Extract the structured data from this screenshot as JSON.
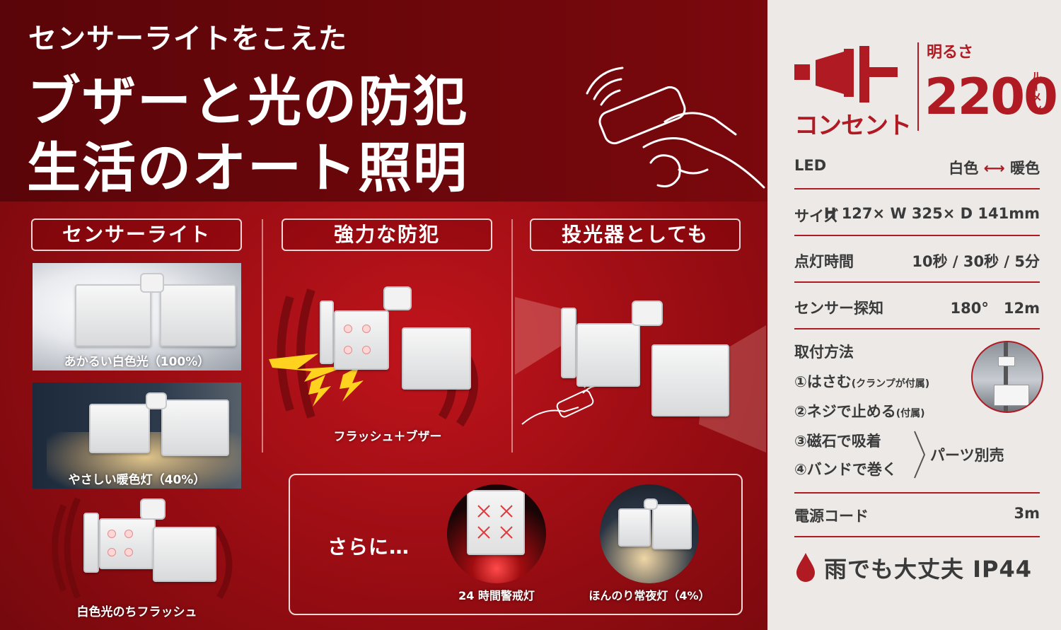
{
  "hero": {
    "subtitle": "センサーライトをこえた",
    "line1": "ブザーと光の防犯",
    "line2": "生活のオート照明"
  },
  "columns": {
    "sensor_light": "センサーライト",
    "security": "強力な防犯",
    "floodlight": "投光器としても"
  },
  "captions": {
    "bright_white": "あかるい白色光（100%）",
    "warm_light": "やさしい暖色灯（40%）",
    "white_then_flash": "白色光のちフラッシュ",
    "flash_buzzer": "フラッシュ＋ブザー",
    "alert_24h": "24 時間警戒灯",
    "night_light": "ほんのり常夜灯（4%）"
  },
  "more": {
    "label": "さらに…"
  },
  "specs": {
    "outlet_label": "コンセント",
    "brightness_title": "明るさ",
    "brightness_value": "2200",
    "brightness_unit": "ルーメン",
    "led_label": "LED",
    "led_value_a": "白色",
    "led_arrow": "⟷",
    "led_value_b": "暖色",
    "size_label": "サイズ",
    "size_value": "H 127× W 325× D 141mm",
    "time_label": "点灯時間",
    "time_value": "10秒 / 30秒 / 5分",
    "sensor_label": "センサー探知",
    "sensor_value": "180°　12m",
    "mount_title": "取付方法",
    "mount_1": "①はさむ",
    "mount_1_note": "(クランプが付属)",
    "mount_2": "②ネジで止める",
    "mount_2_note": "(付属)",
    "mount_3": "③磁石で吸着",
    "mount_4": "④バンドで巻く",
    "parts_sold": "パーツ別売",
    "cord_label": "電源コード",
    "cord_value": "3m",
    "rain_text": "雨でも大丈夫 IP44"
  },
  "colors": {
    "brand_red": "#b01a22",
    "bg_dark_red": "#8a0f14",
    "spec_bg": "#ece9e6"
  }
}
